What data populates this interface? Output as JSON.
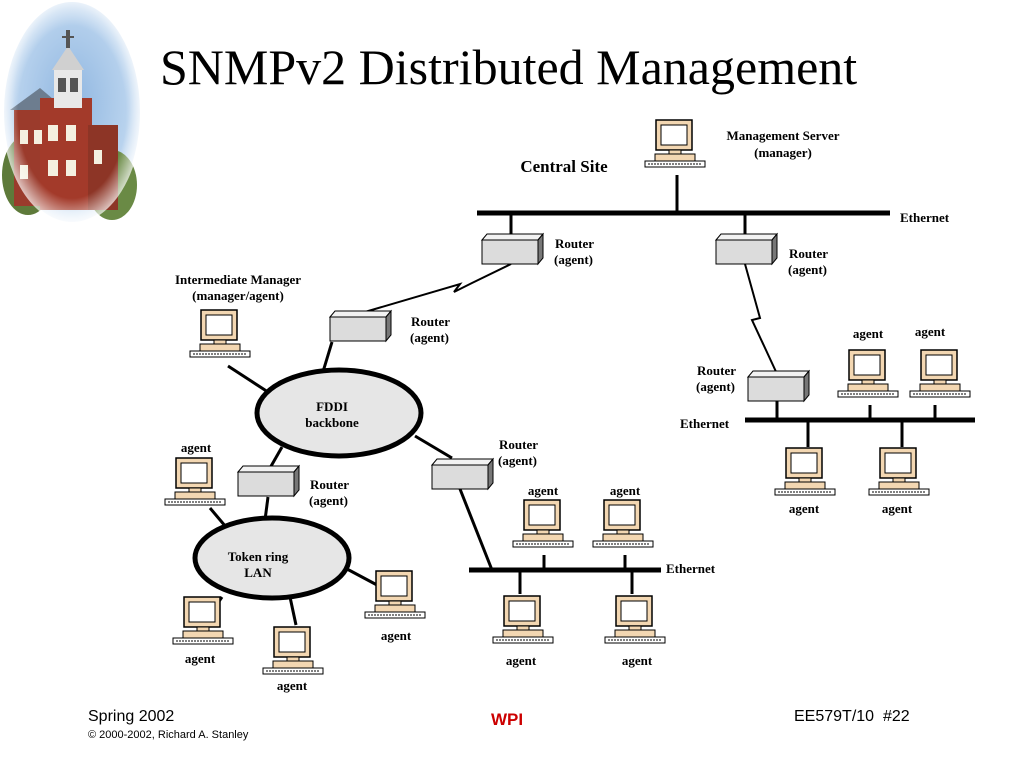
{
  "slide": {
    "title": "SNMPv2 Distributed Management"
  },
  "diagram": {
    "central_site": "Central Site",
    "management_server": [
      "Management Server",
      "(manager)"
    ],
    "intermediate_manager": [
      "Intermediate Manager",
      "(manager/agent)"
    ],
    "ethernet": "Ethernet",
    "router": "Router",
    "agent_paren": "(agent)",
    "agent": "agent",
    "fddi": [
      "FDDI",
      "backbone"
    ],
    "token_ring": [
      "Token ring",
      "LAN"
    ]
  },
  "footer": {
    "term": "Spring 2002",
    "copyright": "© 2000-2002, Richard A. Stanley",
    "brand": "WPI",
    "course": "EE579T/10  #22"
  },
  "colors": {
    "brand": "#cc0000",
    "computer_body": "#f3d7b2",
    "router_face": "#dcdcdc"
  },
  "icons": {
    "logo": "clock-tower-image",
    "computer": "computer-icon",
    "router": "router-icon"
  }
}
